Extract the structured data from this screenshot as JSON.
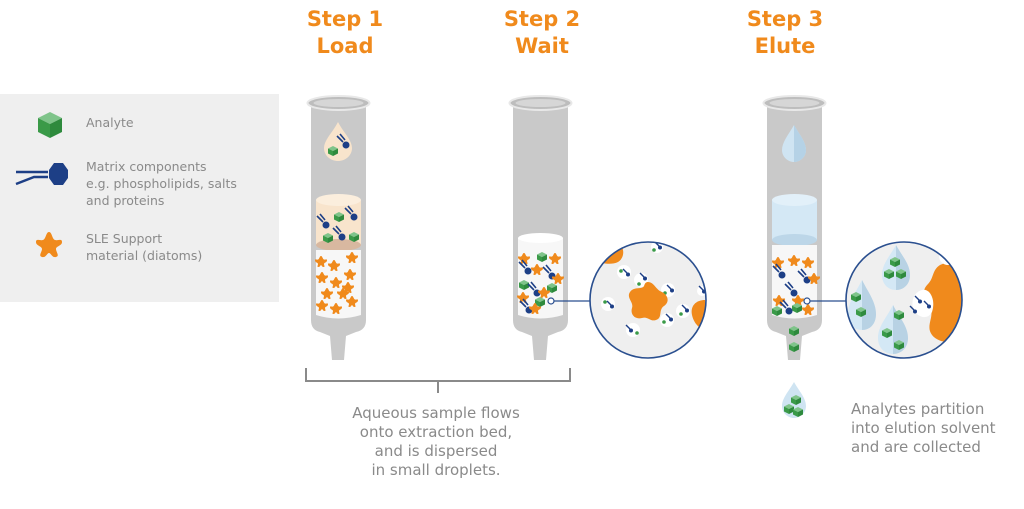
{
  "steps": [
    {
      "number": "Step 1",
      "name": "Load"
    },
    {
      "number": "Step 2",
      "name": "Wait"
    },
    {
      "number": "Step 3",
      "name": "Elute"
    }
  ],
  "legend": {
    "items": [
      {
        "icon": "green-cube-icon",
        "label": "Analyte"
      },
      {
        "icon": "blue-lipid-icon",
        "label": "Matrix components\ne.g. phospholipids, salts\nand proteins"
      },
      {
        "icon": "orange-star-icon",
        "label": "SLE Support\nmaterial (diatoms)"
      }
    ]
  },
  "captions": {
    "load_wait": "Aqueous sample flows\nonto extraction bed,\nand is dispersed\nin small droplets.",
    "elute": "Analytes partition\ninto elution solvent\nand are collected"
  },
  "colors": {
    "accent": "#f08a1c",
    "analyte": "#3a9a48",
    "matrix": "#1d3f86",
    "support": "#f08a1c",
    "tube": "#c9c9c9",
    "solvent": "#cfe4f2",
    "sample": "#f8e4cc",
    "legend_bg": "#efefef",
    "text": "#8a8a8a"
  }
}
